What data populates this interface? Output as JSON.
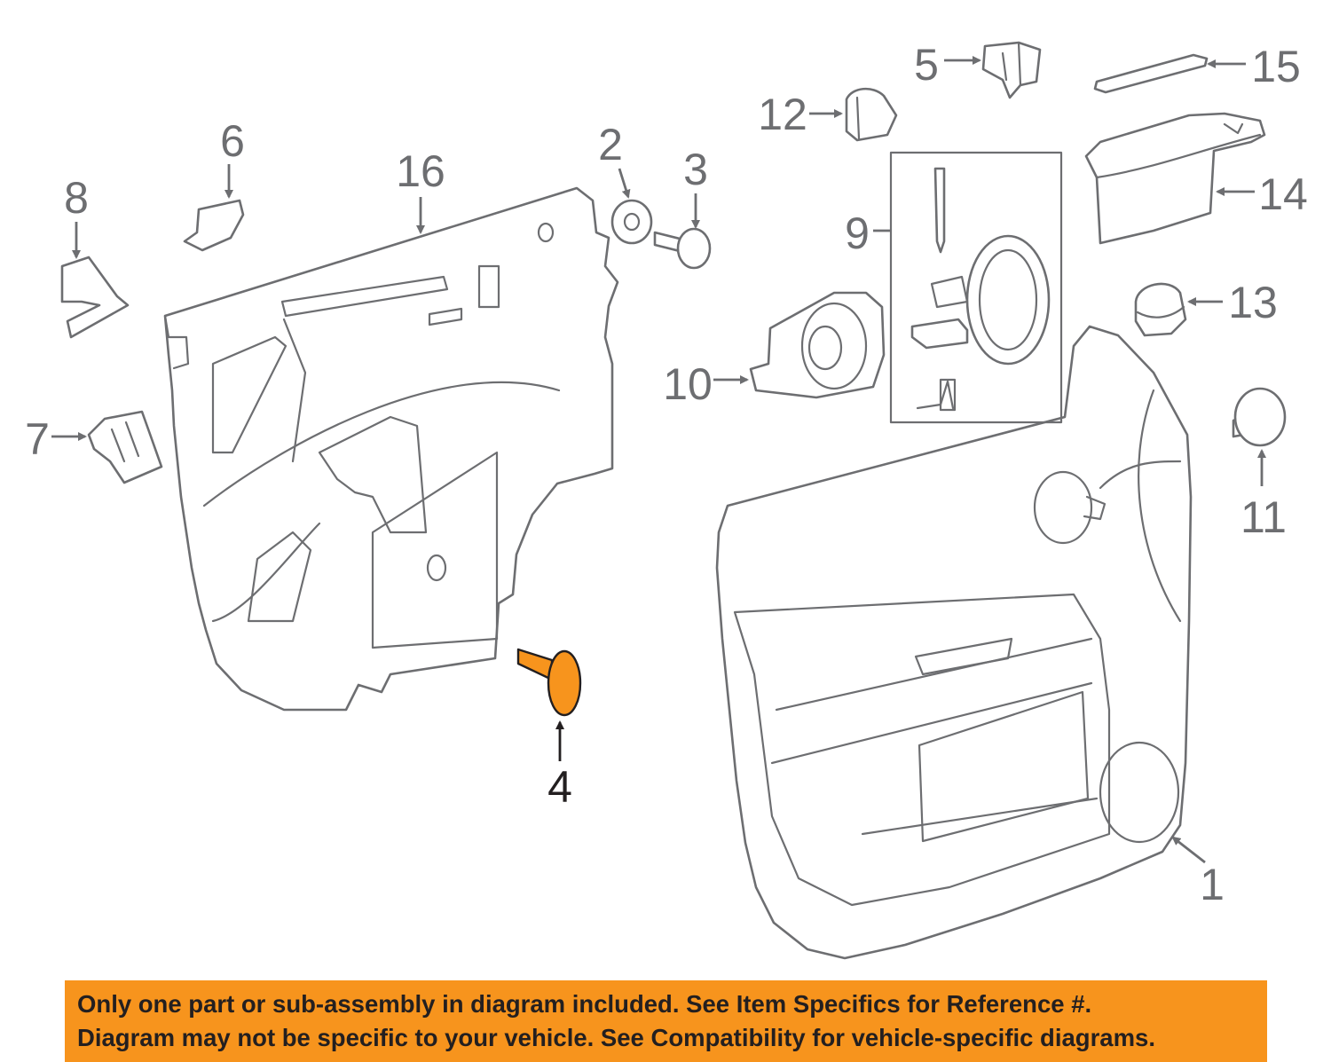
{
  "callouts": [
    {
      "id": "1",
      "label": "1"
    },
    {
      "id": "2",
      "label": "2"
    },
    {
      "id": "3",
      "label": "3"
    },
    {
      "id": "4",
      "label": "4",
      "highlighted": true
    },
    {
      "id": "5",
      "label": "5"
    },
    {
      "id": "6",
      "label": "6"
    },
    {
      "id": "7",
      "label": "7"
    },
    {
      "id": "8",
      "label": "8"
    },
    {
      "id": "9",
      "label": "9"
    },
    {
      "id": "10",
      "label": "10"
    },
    {
      "id": "11",
      "label": "11"
    },
    {
      "id": "12",
      "label": "12"
    },
    {
      "id": "13",
      "label": "13"
    },
    {
      "id": "14",
      "label": "14"
    },
    {
      "id": "15",
      "label": "15"
    },
    {
      "id": "16",
      "label": "16"
    }
  ],
  "banner": {
    "line1": "Only one part or sub-assembly in diagram included. See Item Specifics for Reference #.",
    "line2": "Diagram may not be specific to your vehicle. See Compatibility for vehicle-specific diagrams."
  },
  "colors": {
    "line_art": "#6d6e71",
    "highlight_fill": "#f7941d",
    "banner_bg": "#f7941d",
    "banner_text": "#231f20"
  }
}
